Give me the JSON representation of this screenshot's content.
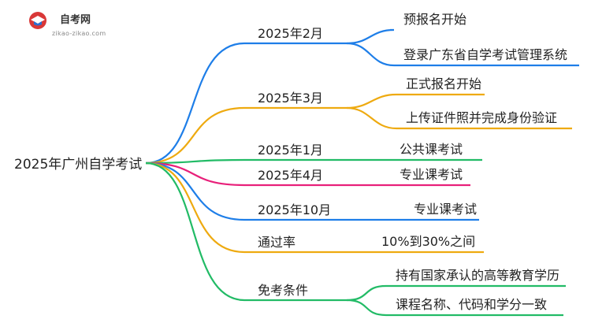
{
  "logo": {
    "name": "自考网",
    "domain": "zikao-zikao.com"
  },
  "root": {
    "label": "2025年广州自学考试"
  },
  "branches": [
    {
      "id": "feb",
      "label": "2025年2月",
      "color": "#1e7ee8",
      "leaves": [
        "预报名开始",
        "登录广东省自学考试管理系统"
      ]
    },
    {
      "id": "mar",
      "label": "2025年3月",
      "color": "#eeaa10",
      "leaves": [
        "正式报名开始",
        "上传证件照并完成身份验证"
      ]
    },
    {
      "id": "jan",
      "label": "2025年1月",
      "color": "#22bb66",
      "leaves": [
        "公共课考试"
      ]
    },
    {
      "id": "apr",
      "label": "2025年4月",
      "color": "#e8207a",
      "leaves": [
        "专业课考试"
      ]
    },
    {
      "id": "oct",
      "label": "2025年10月",
      "color": "#1e7ee8",
      "leaves": [
        "专业课考试"
      ]
    },
    {
      "id": "pass-rate",
      "label": "通过率",
      "color": "#eeaa10",
      "leaves": [
        "10%到30%之间"
      ]
    },
    {
      "id": "exempt",
      "label": "免考条件",
      "color": "#22bb66",
      "leaves": [
        "持有国家承认的高等教育学历",
        "课程名称、代码和学分一致"
      ]
    }
  ]
}
